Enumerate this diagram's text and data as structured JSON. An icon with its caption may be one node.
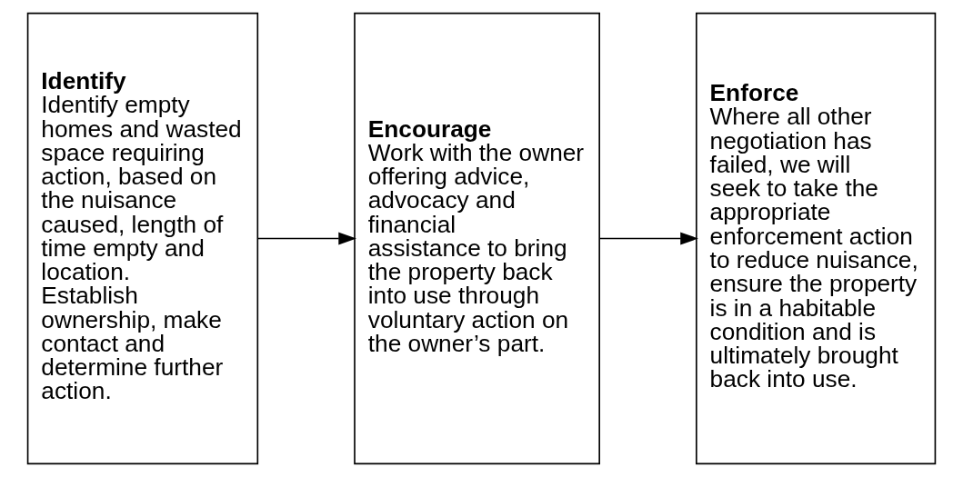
{
  "diagram": {
    "nodes": [
      {
        "text": [
          "Identify",
          "Identify empty homes and wasted space requiring action, based on the nuisance caused, length of time empty and location.",
          "Establish ownership, make contact and determine further action."
        ]
      },
      {
        "text": [
          "Encourage",
          "Work with the owner offering advice, advocacy and financial assistance to bring the property back into use through voluntary action on the owner’s part."
        ]
      },
      {
        "text": [
          "Enforce",
          "Where all other negotiation has failed, we will seek to take the appropriate enforcement action to reduce nuisance, ensure the property is in a habitable condition and is ultimately brought back into use."
        ]
      }
    ],
    "edges": [
      {
        "from": 0,
        "to": 1,
        "arrow": "to"
      },
      {
        "from": 1,
        "to": 2,
        "arrow": "to"
      }
    ]
  }
}
